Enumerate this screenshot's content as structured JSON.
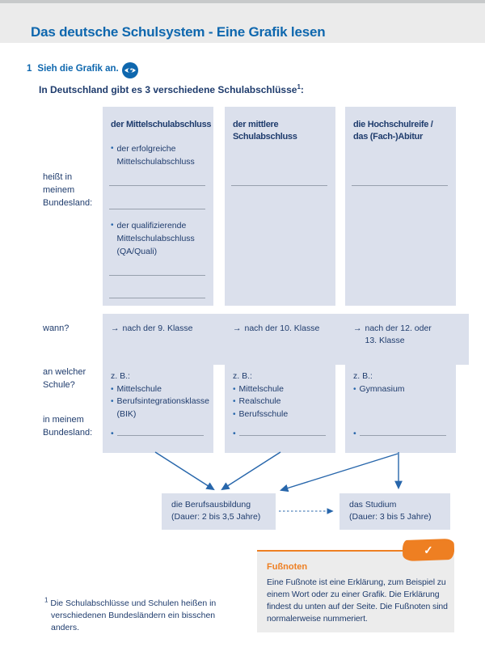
{
  "header": {
    "title": "Das deutsche Schulsystem - Eine Grafik lesen"
  },
  "task": {
    "number": "1",
    "label": "Sieh die Grafik an."
  },
  "intro": {
    "text": "In Deutschland gibt es 3 verschiedene Schulabschlüsse",
    "footnote_ref": "1",
    "suffix": ":"
  },
  "row_labels": {
    "heisst": "heißt in meinem Bundesland:",
    "wann": "wann?",
    "schule": "an welcher Schule?",
    "bundesland": "in meinem Bundesland:"
  },
  "columns": [
    {
      "header": "der Mittelschulabschluss",
      "bullets": [
        "der erfolgreiche Mittelschulabschluss",
        "der qualifizierende Mittelschulabschluss (QA/Quali)"
      ],
      "wann": "nach der 9. Klasse",
      "zb": "z. B.:",
      "schools": [
        "Mittelschule",
        "Berufsintegrationsklasse (BIK)"
      ]
    },
    {
      "header": "der mittlere Schulabschluss",
      "wann": "nach der 10. Klasse",
      "zb": "z. B.:",
      "schools": [
        "Mittelschule",
        "Realschule",
        "Berufsschule"
      ]
    },
    {
      "header": "die Hochschulreife / das (Fach-)Abitur",
      "wann": "nach der 12. oder 13. Klasse",
      "zb": "z. B.:",
      "schools": [
        "Gymnasium"
      ]
    }
  ],
  "outcomes": {
    "ausbildung": {
      "title": "die Berufsausbildung",
      "duration": "(Dauer: 2 bis 3,5 Jahre)"
    },
    "studium": {
      "title": "das Studium",
      "duration": "(Dauer: 3 bis 5 Jahre)"
    }
  },
  "infobox": {
    "title": "Fußnoten",
    "body": "Eine Fußnote ist eine Erklärung, zum Beispiel zu einem Wort oder zu einer Grafik. Die Erklärung findest du unten auf der Seite. Die Fußnoten sind normalerweise nummeriert."
  },
  "footnote": {
    "ref": "1",
    "text": "Die Schulabschlüsse und Schulen heißen in verschiedenen Bundesländern ein bisschen anders."
  },
  "icons": {
    "arrow_right": "→",
    "check": "✓",
    "bullet": "•"
  },
  "colors": {
    "accent_blue": "#0e67ae",
    "navy_text": "#1f3c6d",
    "box_background": "#dbe0ec",
    "orange": "#ee7f22",
    "arrow_blue": "#2766ab"
  }
}
